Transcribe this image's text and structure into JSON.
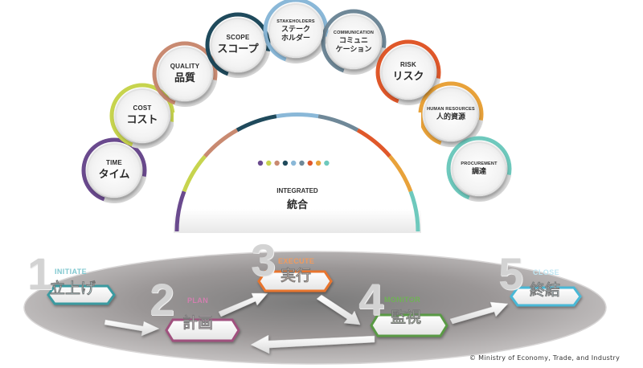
{
  "knowledge_areas": [
    {
      "key": "time",
      "en": "TIME",
      "jp": "タイム",
      "color": "#6a4a8e"
    },
    {
      "key": "cost",
      "en": "COST",
      "jp": "コスト",
      "color": "#c7d44e"
    },
    {
      "key": "quality",
      "en": "QUALITY",
      "jp": "品質",
      "color": "#c98a71"
    },
    {
      "key": "scope",
      "en": "SCOPE",
      "jp": "スコープ",
      "color": "#1f4a5c"
    },
    {
      "key": "stakeholders",
      "en": "STAKEHOLDERS",
      "jp": "ステーク\nホルダー",
      "color": "#8ab8d8"
    },
    {
      "key": "communication",
      "en": "COMMUNICATION",
      "jp": "コミュニ\nケーション",
      "color": "#6f8898"
    },
    {
      "key": "risk",
      "en": "RISK",
      "jp": "リスク",
      "color": "#e0582a"
    },
    {
      "key": "human_resources",
      "en": "HUMAN RESOURCES",
      "jp": "人的資源",
      "color": "#e8a23a"
    },
    {
      "key": "procurement",
      "en": "PROCUREMENT",
      "jp": "調達",
      "color": "#6ec9bd"
    }
  ],
  "integrated": {
    "en": "INTEGRATED",
    "jp": "統合"
  },
  "phases": [
    {
      "key": "initiate",
      "number": "1",
      "en": "INITIATE",
      "jp": "立上げ",
      "color": "#3a9aa0",
      "en_color": "#7fc7cf"
    },
    {
      "key": "plan",
      "number": "2",
      "en": "PLAN",
      "jp": "計画",
      "color": "#a0517e",
      "en_color": "#d37fb0"
    },
    {
      "key": "execute",
      "number": "3",
      "en": "EXECUTE",
      "jp": "実行",
      "color": "#e8742e",
      "en_color": "#f09a5e"
    },
    {
      "key": "monitor",
      "number": "4",
      "en": "MONITOR",
      "jp": "監視",
      "color": "#5a9a45",
      "en_color": "#6fb255"
    },
    {
      "key": "close",
      "number": "5",
      "en": "CLOSE",
      "jp": "終結",
      "color": "#4ab8d6",
      "en_color": "#bfe6f2"
    }
  ],
  "copyright": "© Ministry of Economy, Trade, and Industry"
}
